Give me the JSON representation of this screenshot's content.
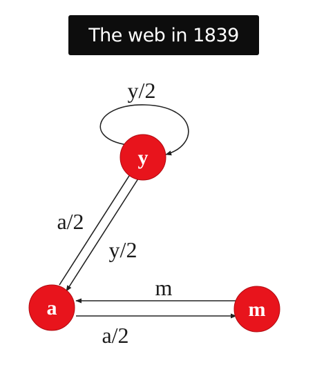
{
  "title": "The web in 1839",
  "colors": {
    "node_fill": "#e8141c",
    "node_stroke": "#b00a10",
    "edge": "#222222",
    "title_bg": "#0d0d0d"
  },
  "nodes": {
    "y": "y",
    "a": "a",
    "m": "m"
  },
  "edges": {
    "y_to_y": "y/2",
    "a_to_y": "a/2",
    "y_to_a": "y/2",
    "m_to_a": "m",
    "a_to_m": "a/2"
  }
}
